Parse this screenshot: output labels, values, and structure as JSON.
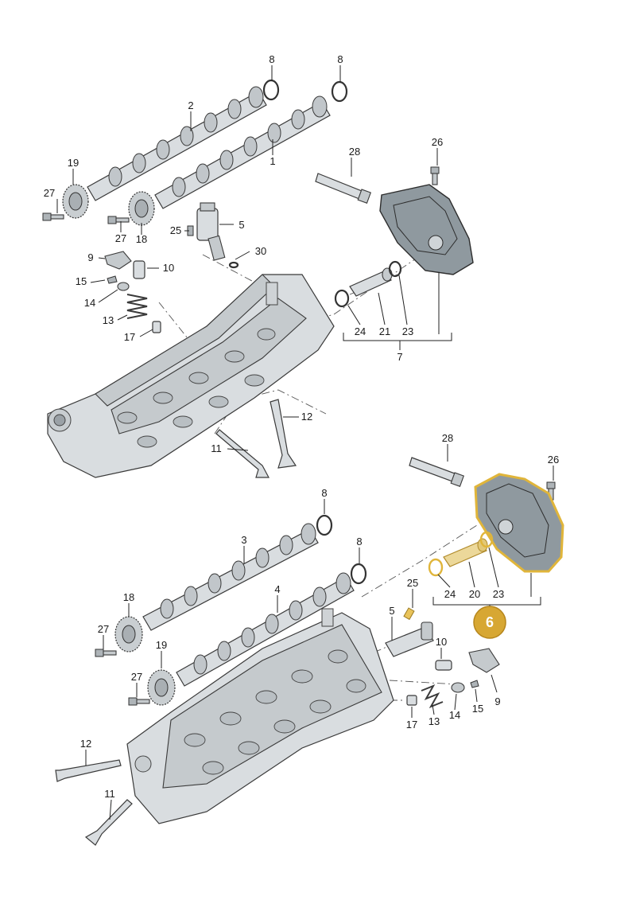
{
  "labels": {
    "l1": "1",
    "l2": "2",
    "l3": "3",
    "l4": "4",
    "l5": "5",
    "l6": "6",
    "l7": "7",
    "l8": "8",
    "l9": "9",
    "l10": "10",
    "l11": "11",
    "l12": "12",
    "l13": "13",
    "l14": "14",
    "l15": "15",
    "l17": "17",
    "l18": "18",
    "l19": "19",
    "l20": "20",
    "l21": "21",
    "l23": "23",
    "l24": "24",
    "l25": "25",
    "l26": "26",
    "l27": "27",
    "l28": "28",
    "l30": "30"
  },
  "colors": {
    "highlight": "#d7a733",
    "part_fill": "#d9dde0",
    "cover_fill": "#8f999f",
    "outline": "#3a3a3a"
  }
}
